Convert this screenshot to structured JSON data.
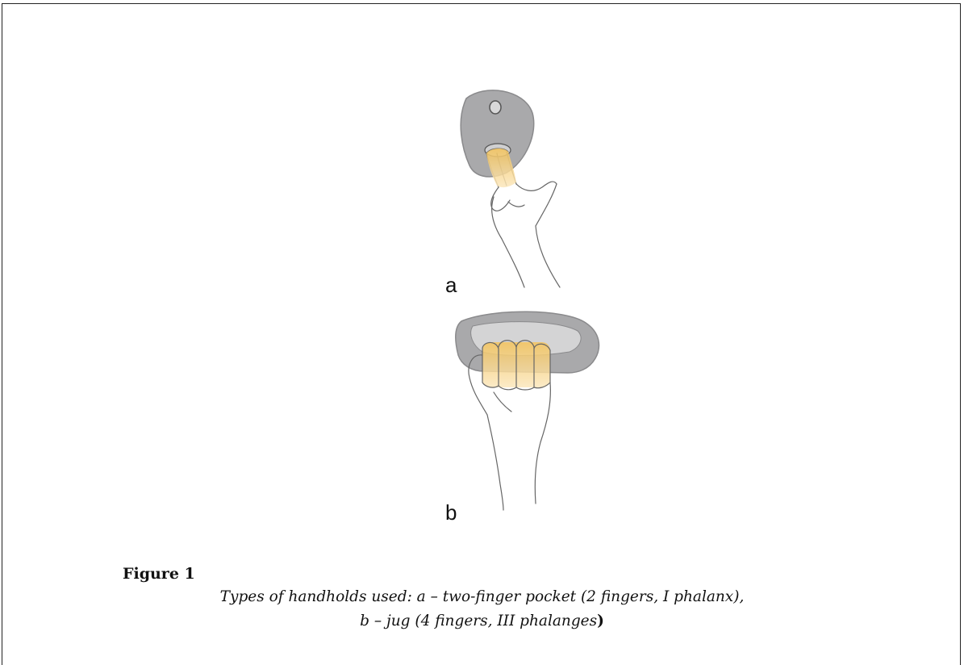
{
  "figure": {
    "panel_labels": {
      "a": "a",
      "b": "b"
    },
    "title": "Figure 1",
    "caption_line1": "Types of handholds used:  a – two-finger pocket (2 fingers, I phalanx),",
    "caption_line2": "b – jug (4 fingers, III phalanges",
    "caption_line2_close": ")"
  },
  "colors": {
    "hold_gray": "#a9a9ab",
    "finger_highlight": "#f6cd72",
    "line": "#555555"
  }
}
